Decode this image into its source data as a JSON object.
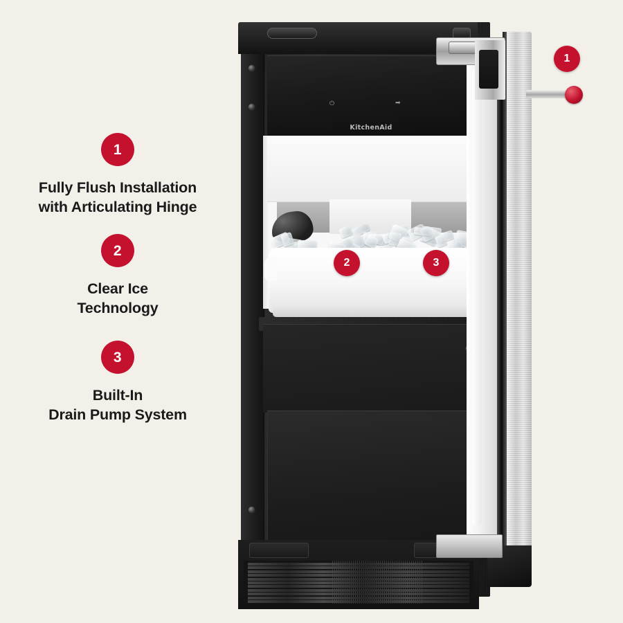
{
  "page": {
    "background_color": "#F3F0EA",
    "accent_color": "#C4122E",
    "text_color": "#1A1A1A"
  },
  "features": [
    {
      "number": "1",
      "label": "Fully Flush Installation\nwith Articulating Hinge"
    },
    {
      "number": "2",
      "label": "Clear Ice\nTechnology"
    },
    {
      "number": "3",
      "label": "Built-In\nDrain Pump System"
    }
  ],
  "product": {
    "brand": "KitchenAid",
    "type": "undercounter-ice-maker",
    "door_state": "open",
    "callouts": [
      {
        "number": "1",
        "target": "articulating-hinge"
      },
      {
        "number": "2",
        "target": "clear-ice-bin"
      },
      {
        "number": "3",
        "target": "drain-pump-area"
      }
    ],
    "controls": {
      "power_icon": "⏻",
      "indicator_icon": "➡"
    }
  }
}
